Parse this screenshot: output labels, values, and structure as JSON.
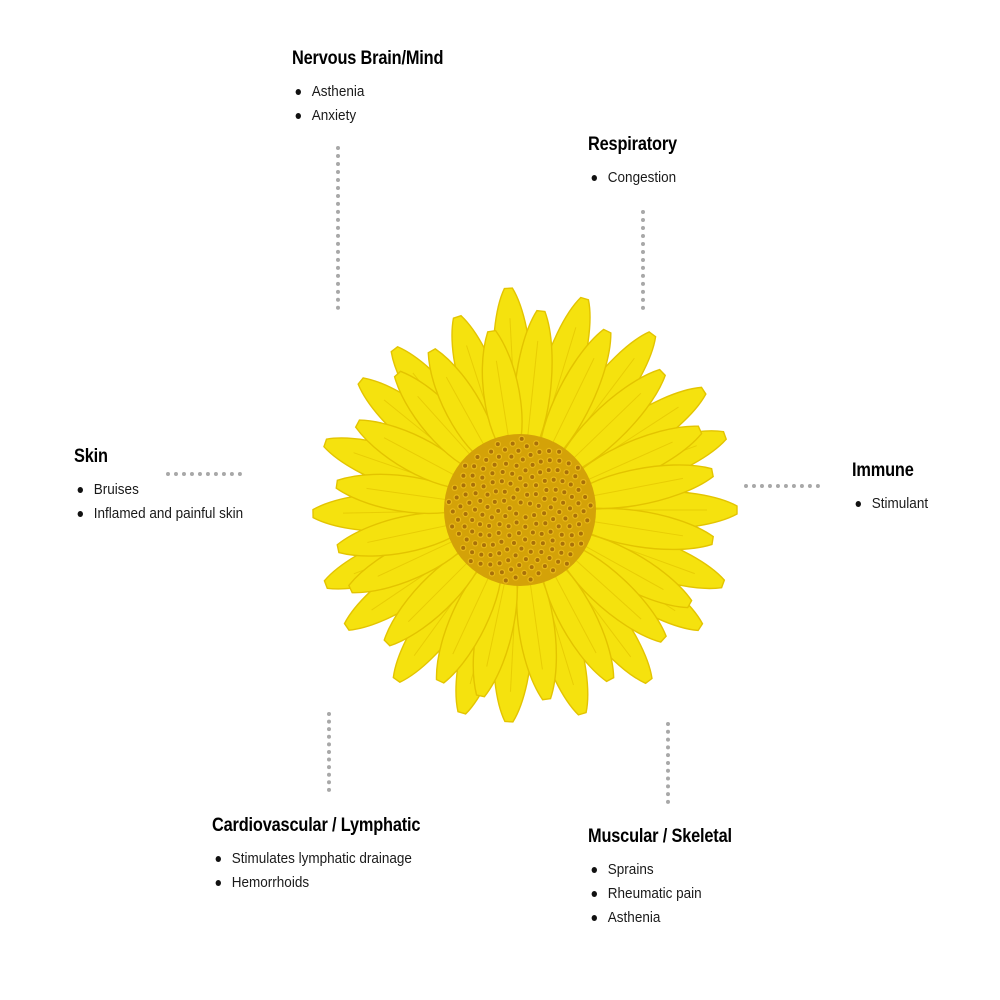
{
  "sections": {
    "nervous": {
      "title": "Nervous Brain/Mind",
      "items": [
        "Asthenia",
        "Anxiety"
      ]
    },
    "respiratory": {
      "title": "Respiratory",
      "items": [
        "Congestion"
      ]
    },
    "skin": {
      "title": "Skin",
      "items": [
        "Bruises",
        "Inflamed and painful skin"
      ]
    },
    "immune": {
      "title": "Immune",
      "items": [
        "Stimulant"
      ]
    },
    "cardio": {
      "title": "Cardiovascular / Lymphatic",
      "items": [
        "Stimulates lymphatic drainage",
        "Hemorrhoids"
      ]
    },
    "muscular": {
      "title": "Muscular / Skeletal",
      "items": [
        "Sprains",
        "Rheumatic pain",
        "Asthenia"
      ]
    }
  },
  "colors": {
    "petal": "#f5e20e",
    "petal_edge": "#e3c400",
    "disc": "#d4a208",
    "disc_cell": "#a8700a",
    "connector": "#a8a8a8"
  }
}
